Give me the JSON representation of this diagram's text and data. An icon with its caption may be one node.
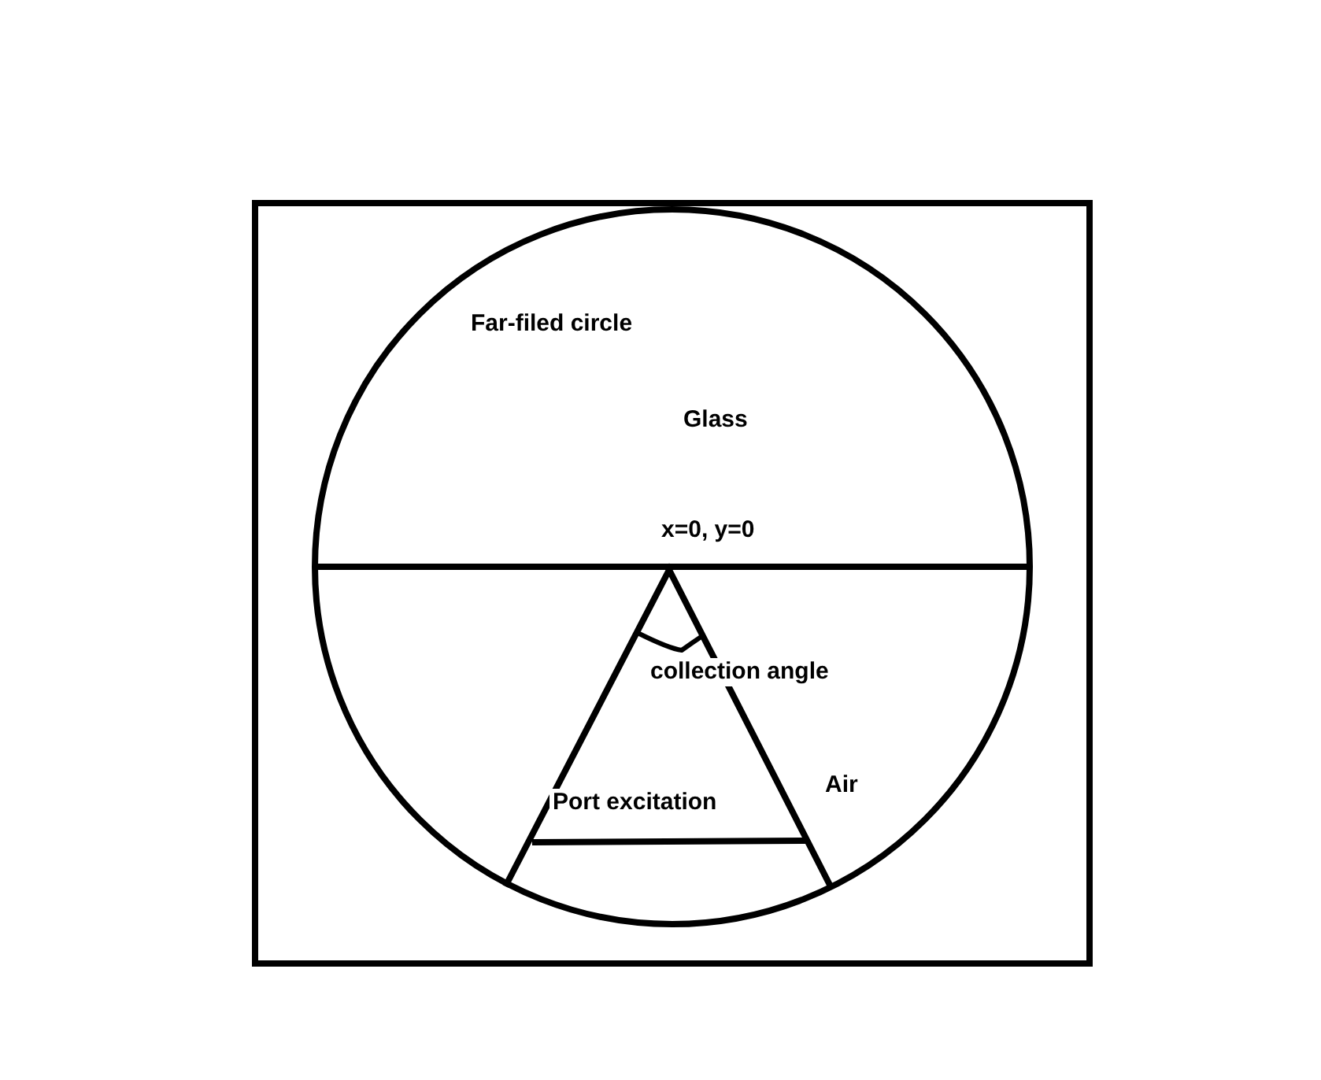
{
  "diagram": {
    "labels": [
      "Far-filed circle",
      "Glass",
      "x=0, y=0",
      "collection angle",
      "Air",
      "Port excitation"
    ]
  }
}
